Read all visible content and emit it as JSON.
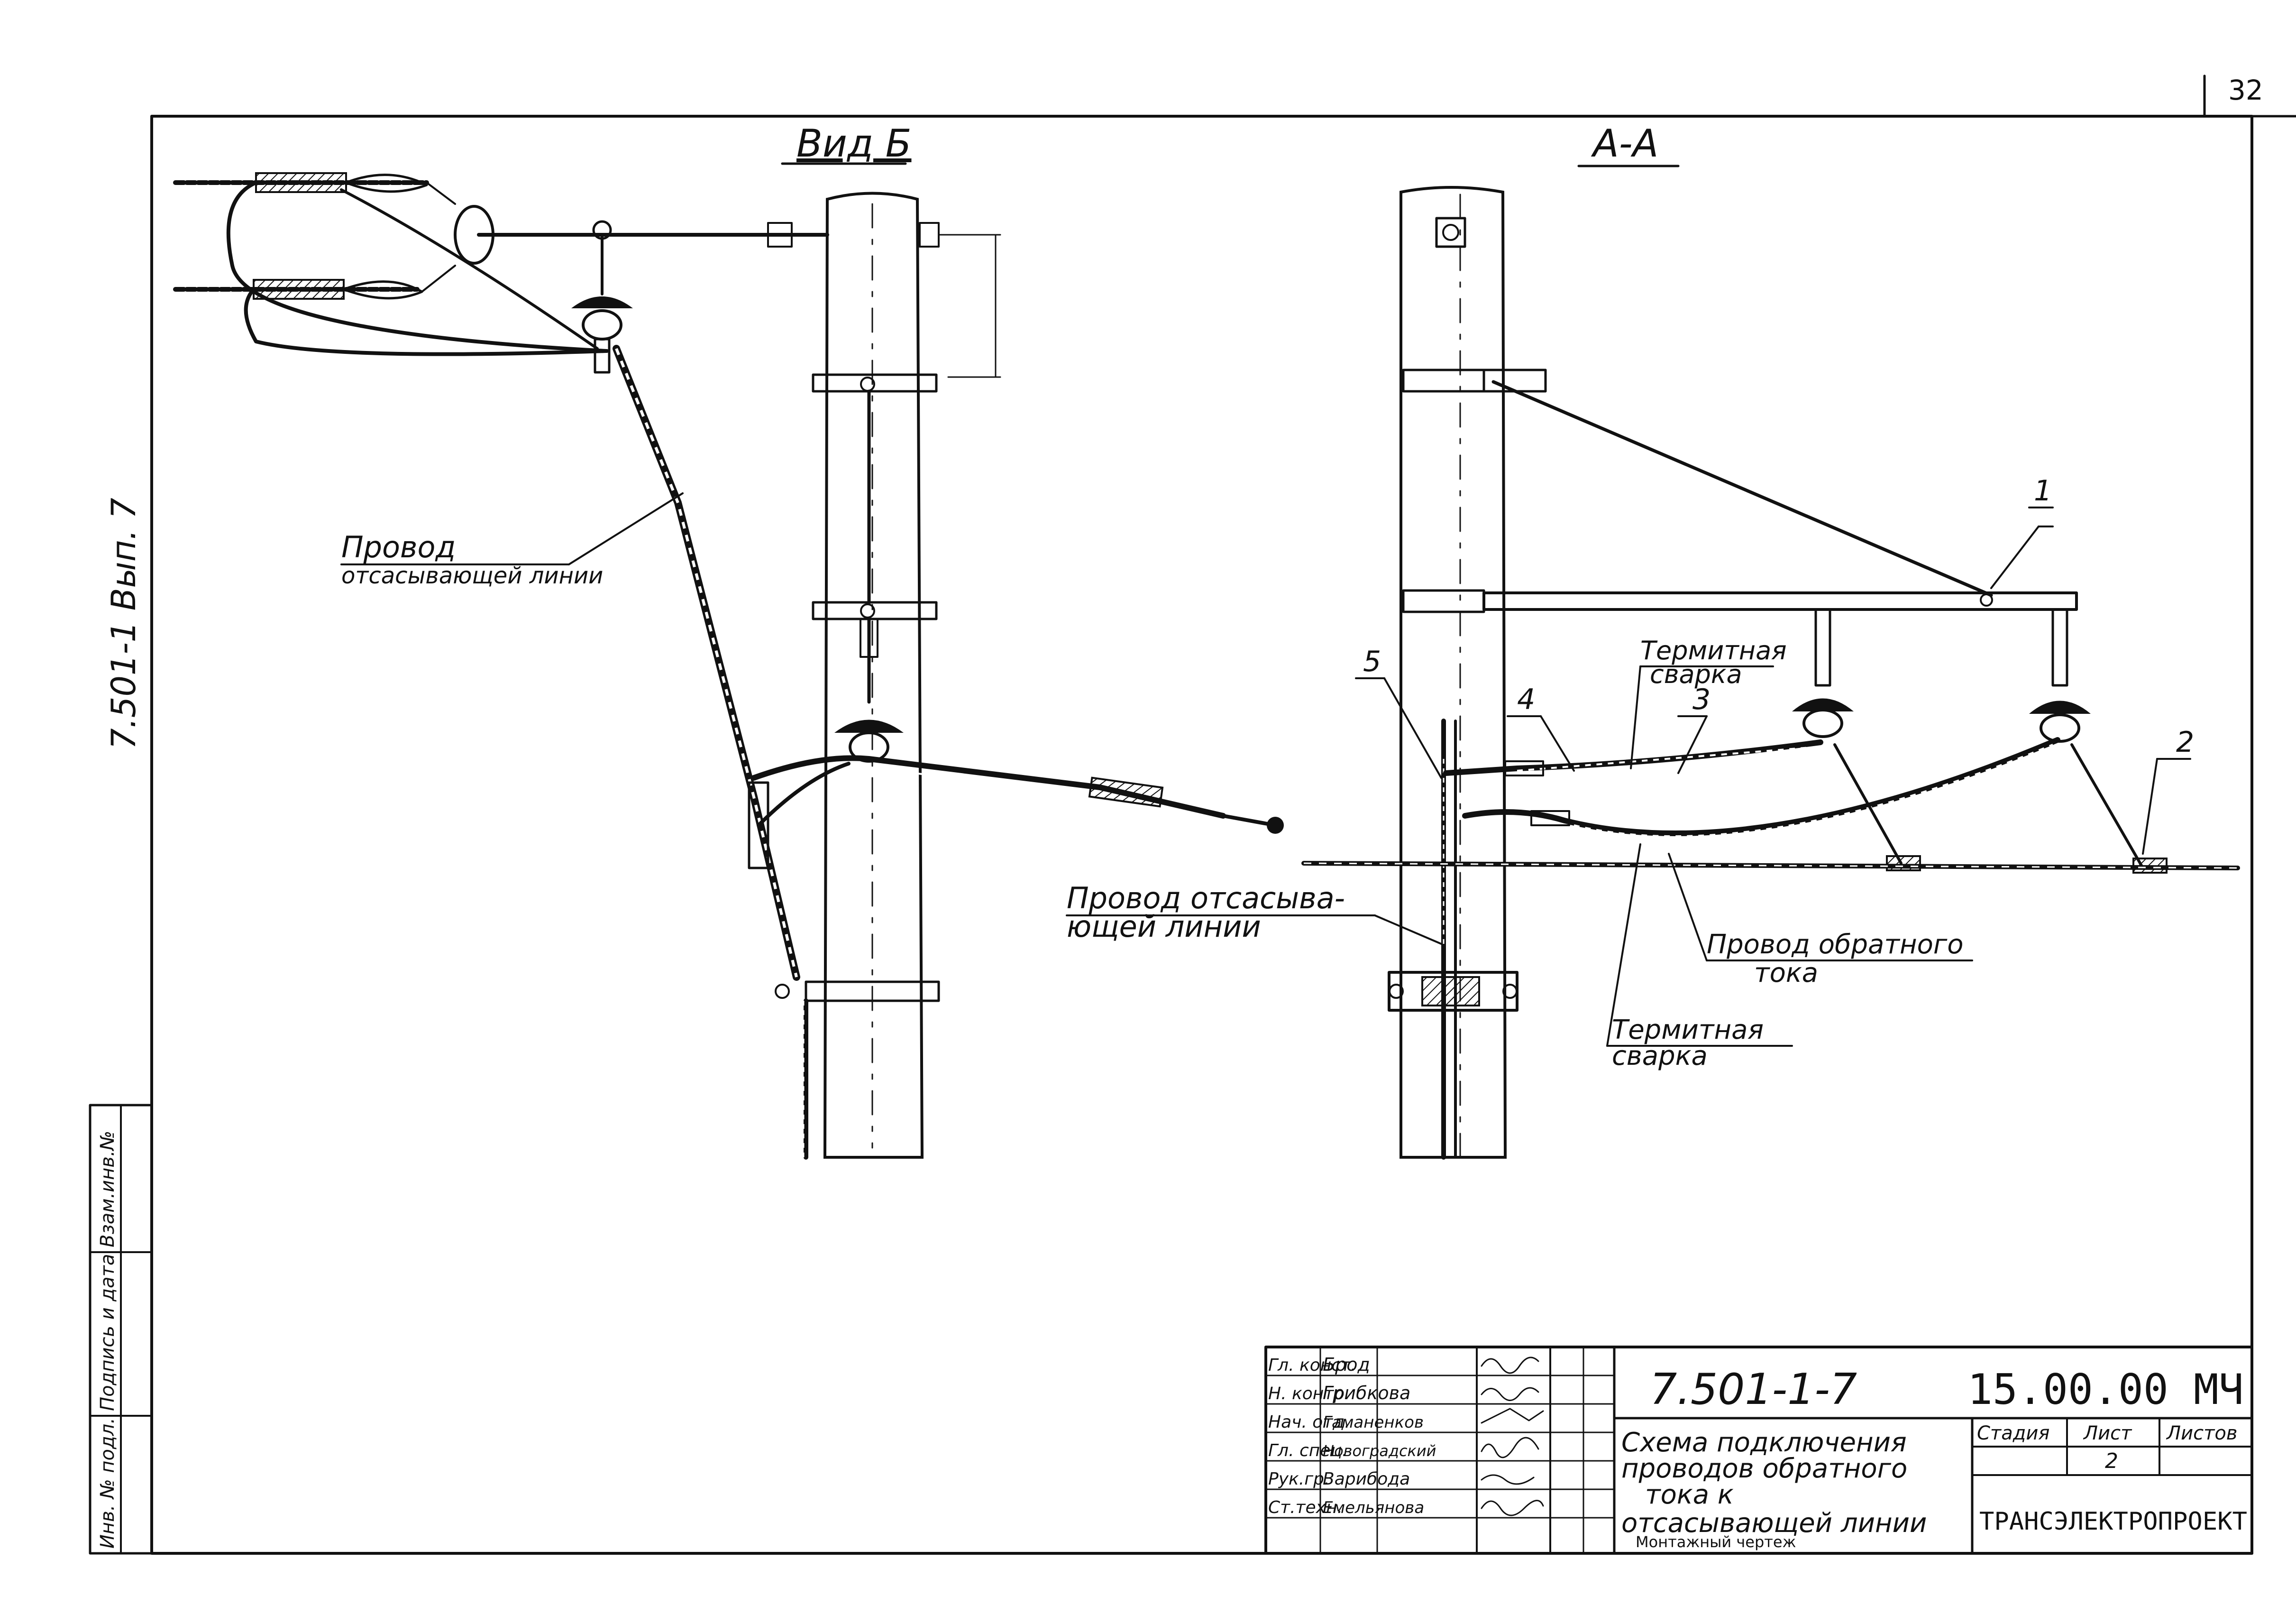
{
  "sheet": {
    "corner_number": "32",
    "side_code": "7.501-1   Вып. 7"
  },
  "views": {
    "left_title": "Вид Б",
    "right_title": "А-А"
  },
  "labels": {
    "left_wire_line1": "Провод",
    "left_wire_line2": "отсасывающей линии",
    "mid_wire_line1": "Провод отсасыва-",
    "mid_wire_line2": "ющей линии",
    "thermit_top_line1": "Термитная",
    "thermit_top_line2": "сварка",
    "return_wire_line1": "Провод обратного",
    "return_wire_line2": "тока",
    "thermit_bottom_line1": "Термитная",
    "thermit_bottom_line2": "сварка"
  },
  "callouts": [
    "1",
    "2",
    "3",
    "4",
    "5"
  ],
  "side_stamp": [
    "Инв. № подл.",
    "Подпись и дата",
    "Взам.инв.№"
  ],
  "title_block": {
    "roles": [
      "Гл. конст.",
      "Н. контр.",
      "Нач. отд.",
      "Гл. спец.",
      "Рук.гр.",
      "Ст.техн."
    ],
    "names": [
      "Брод",
      "Грибкова",
      "Гаманенков",
      "Новоградский",
      "Варибода",
      "Емельянова"
    ],
    "doc_code": "7.501-1-7",
    "doc_mark": "15.00.00 МЧ",
    "title_line1": "Схема подключения",
    "title_line2": "проводов обратного",
    "title_line3": "тока  к",
    "title_line4": "отсасывающей линии",
    "subtitle": "Монтажный чертеж",
    "stage_label": "Стадия",
    "sheet_label": "Лист",
    "sheets_label": "Листов",
    "sheet_value": "2",
    "organization": "ТРАНСЭЛЕКТРОПРОЕКТ"
  },
  "colors": {
    "ink": "#111111",
    "paper": "#ffffff"
  }
}
